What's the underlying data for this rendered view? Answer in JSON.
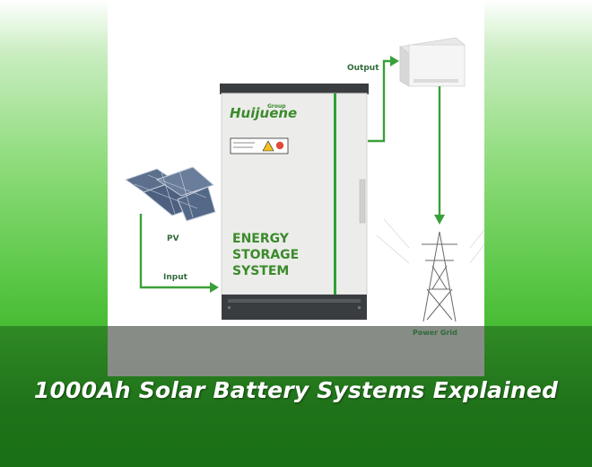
{
  "diagram": {
    "label_output": "Output",
    "label_pv": "PV",
    "label_input": "Input",
    "label_grid": "Power Grid",
    "brand_name": "Huijuene",
    "brand_group": "Group",
    "cabinet_line1": "ENERGY",
    "cabinet_line2": "STORAGE",
    "cabinet_line3": "SYSTEM"
  },
  "headline": "1000Ah Solar Battery Systems Explained",
  "colors": {
    "accent_green": "#3aa03a",
    "text_green": "#3c8a2c",
    "cabinet_dark": "#3a3d40"
  }
}
